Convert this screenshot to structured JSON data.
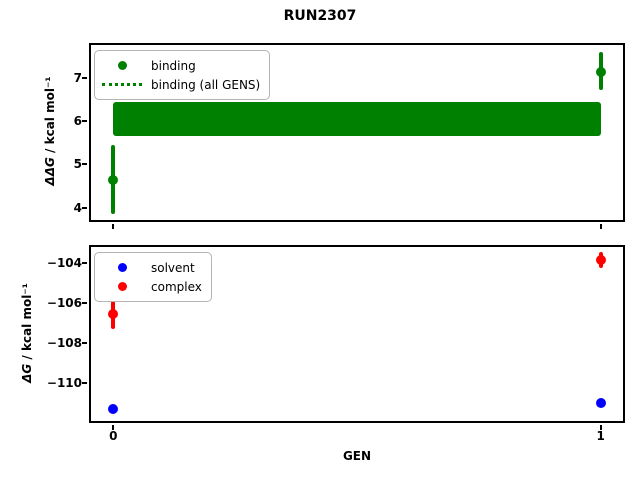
{
  "figure": {
    "title": "RUN2307",
    "xlabel": "GEN",
    "background": "#ffffff"
  },
  "colors": {
    "binding": "#008000",
    "solvent": "#0000ff",
    "complex": "#ff0000",
    "axis": "#000000"
  },
  "chart_data": [
    {
      "id": "ddg-subplot",
      "type": "scatter",
      "ylabel_math": "ΔΔG",
      "ylabel_units": " / kcal mol⁻¹",
      "xlim": [
        -0.05,
        1.05
      ],
      "ylim": [
        3.67,
        7.81
      ],
      "grid": false,
      "yticks": [
        {
          "v": 4,
          "label": "4"
        },
        {
          "v": 5,
          "label": "5"
        },
        {
          "v": 6,
          "label": "6"
        },
        {
          "v": 7,
          "label": "7"
        }
      ],
      "xticks": [
        {
          "v": 0,
          "label": "0"
        },
        {
          "v": 1,
          "label": "1"
        }
      ],
      "show_xtick_labels": false,
      "legend": {
        "position": "upper-left",
        "entries": [
          {
            "label": "binding",
            "marker": "dot",
            "color": "#008000"
          },
          {
            "label": "binding (all GENS)",
            "marker": "dotted-line",
            "color": "#008000"
          }
        ]
      },
      "series": [
        {
          "name": "binding",
          "color": "#008000",
          "marker": "circle",
          "points": [
            {
              "x": 0,
              "y": 4.64,
              "err_lo": 3.85,
              "err_hi": 5.45
            },
            {
              "x": 1,
              "y": 7.15,
              "err_lo": 6.72,
              "err_hi": 7.6
            }
          ]
        }
      ],
      "bands": [
        {
          "name": "binding (all GENS)",
          "color": "#008000",
          "x0": 0,
          "x1": 1,
          "y_lo": 5.65,
          "y_hi": 6.45
        }
      ]
    },
    {
      "id": "dg-subplot",
      "type": "scatter",
      "ylabel_math": "ΔG",
      "ylabel_units": " / kcal mol⁻¹",
      "xlim": [
        -0.05,
        1.05
      ],
      "ylim": [
        -111.99,
        -103.09
      ],
      "grid": false,
      "yticks": [
        {
          "v": -104,
          "label": "−104"
        },
        {
          "v": -106,
          "label": "−106"
        },
        {
          "v": -108,
          "label": "−108"
        },
        {
          "v": -110,
          "label": "−110"
        }
      ],
      "xticks": [
        {
          "v": 0,
          "label": "0"
        },
        {
          "v": 1,
          "label": "1"
        }
      ],
      "show_xtick_labels": true,
      "legend": {
        "position": "upper-left",
        "entries": [
          {
            "label": "solvent",
            "marker": "dot",
            "color": "#0000ff"
          },
          {
            "label": "complex",
            "marker": "dot",
            "color": "#ff0000"
          }
        ]
      },
      "series": [
        {
          "name": "solvent",
          "color": "#0000ff",
          "marker": "circle",
          "points": [
            {
              "x": 0,
              "y": -111.3,
              "err_lo": -111.3,
              "err_hi": -111.3
            },
            {
              "x": 1,
              "y": -110.97,
              "err_lo": -110.97,
              "err_hi": -110.97
            }
          ]
        },
        {
          "name": "complex",
          "color": "#ff0000",
          "marker": "circle",
          "points": [
            {
              "x": 0,
              "y": -106.55,
              "err_lo": -107.3,
              "err_hi": -105.9
            },
            {
              "x": 1,
              "y": -103.85,
              "err_lo": -104.25,
              "err_hi": -103.45
            }
          ]
        }
      ],
      "bands": []
    }
  ]
}
